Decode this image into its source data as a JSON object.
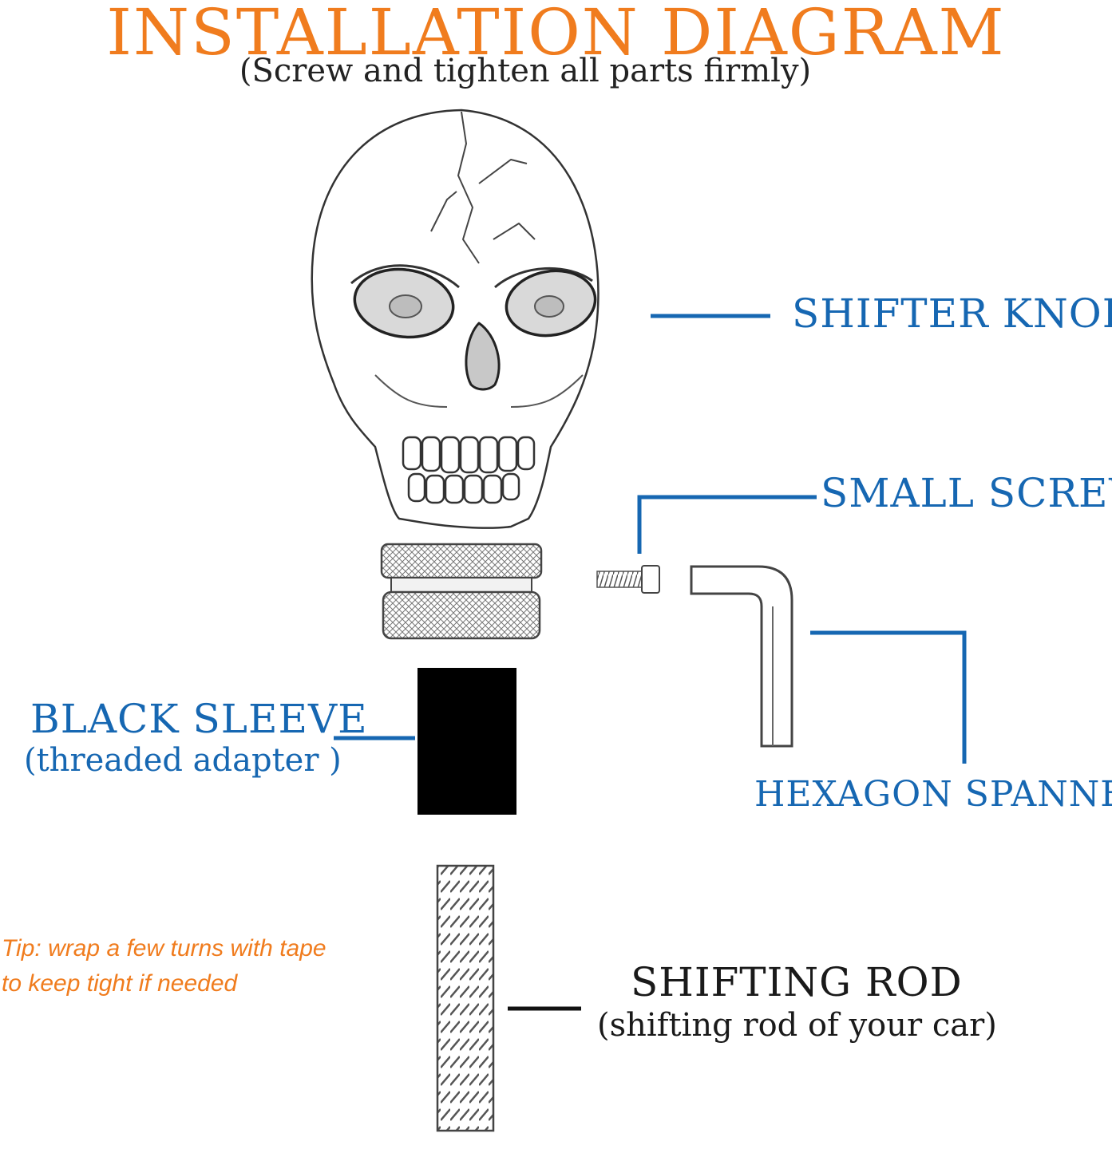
{
  "header": {
    "title": "INSTALLATION  DIAGRAM",
    "subtitle": "(Screw and tighten all parts firmly)"
  },
  "parts": {
    "shifter_knob": "SHIFTER KNOB",
    "small_screw": "SMALL SCREW",
    "black_sleeve": "BLACK SLEEVE",
    "black_sleeve_note": "(threaded adapter )",
    "hexagon_spanner": "HEXAGON SPANNER",
    "shifting_rod": "SHIFTING ROD",
    "shifting_rod_note": "(shifting rod of your car)"
  },
  "tip": {
    "line1": "Tip: wrap a few turns with tape",
    "line2": "to keep tight if needed"
  },
  "colors": {
    "title": "#f07c1e",
    "label_blue": "#1667b2",
    "leader_blue": "#1667b2",
    "tip": "#f07c1e",
    "dark_text": "#1a1a1a"
  }
}
